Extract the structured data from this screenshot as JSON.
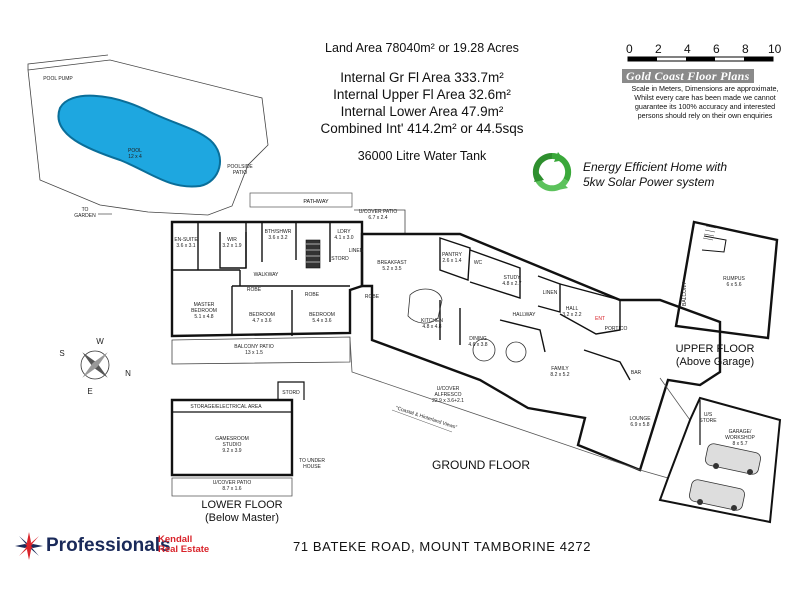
{
  "areas": {
    "land": "Land Area 78040m² or 19.28 Acres",
    "ground": "Internal Gr Fl Area 333.7m²",
    "upper": "Internal Upper Fl Area 32.6m²",
    "lower": "Internal Lower Area 47.9m²",
    "combined": "Combined Int' 414.2m² or 44.5sqs",
    "tank": "36000 Litre Water Tank"
  },
  "energy": {
    "line1": "Energy Efficient Home with",
    "line2": "5kw Solar Power system"
  },
  "scale": {
    "ticks": [
      "0",
      "2",
      "4",
      "6",
      "8",
      "10"
    ]
  },
  "brand": {
    "name": "Gold Coast Floor Plans",
    "disclaimer": [
      "Scale in Meters, Dimensions are approximate,",
      "Whilst every care has been made we cannot",
      "guarantee its 100% accuracy and interested",
      "persons should rely on their own enquiries"
    ]
  },
  "floors": {
    "ground": "GROUND FLOOR",
    "upper_title": "UPPER FLOOR",
    "upper_sub": "(Above Garage)",
    "lower_title": "LOWER FLOOR",
    "lower_sub": "(Below Master)"
  },
  "rooms": {
    "pool_name": "POOL",
    "pool_dim": "12 x 4",
    "pool_pump": "POOL PUMP",
    "poolside": "POOLSIDE",
    "poolside2": "PATIO",
    "to_garden": "TO",
    "to_garden2": "GARDEN",
    "pathway": "PATHWAY",
    "ucover_patio_top": "U/COVER PATIO",
    "ucover_patio_top_dim": "6.7 x 2.4",
    "ensuite": "EN-SUITE",
    "ensuite_dim": "3.6 x 3.1",
    "wir": "WIR",
    "wir_dim": "3.2 x 1.9",
    "bath": "BTH/SHWR",
    "bath_dim": "3.6 x 3.2",
    "ldry": "LDRY",
    "ldry_dim": "4.1 x 3.0",
    "stord": "STORD",
    "linen": "LINEN",
    "walkway": "WALKWAY",
    "robe1": "ROBE",
    "robe2": "ROBE",
    "robe3": "ROBE",
    "master": "MASTER",
    "master2": "BEDROOM",
    "master_dim": "5.1 x 4.8",
    "bed1": "BEDROOM",
    "bed1_dim": "4.7 x 3.6",
    "bed2": "BEDROOM",
    "bed2_dim": "5.4 x 3.6",
    "balcony": "BALCONY PATIO",
    "balcony_dim": "13 x 1.5",
    "breakfast": "BREAKFAST",
    "breakfast_dim": "5.2 x 3.5",
    "pantry": "PANTRY",
    "pantry_dim": "2.6 x 1.4",
    "wc": "WC",
    "study": "STUDY",
    "study_dim": "4.8 x 2.7",
    "linen2": "LINEN",
    "hall": "HALL",
    "hall_dim": "3.2 x 2.2",
    "hallway": "HALLWAY",
    "ent": "ENT",
    "portico": "PORTICO",
    "kitchen": "KITCHEN",
    "kitchen_dim": "4.8 x 4.8",
    "dining": "DINING",
    "dining_dim": "4.6 x 3.8",
    "family": "FAMILY",
    "family_dim": "8.2 x 5.2",
    "bar": "BAR",
    "alfresco": "U/COVER",
    "alfresco2": "ALFRESCO",
    "alfresco_dim": "22.9 x 3.6+2.1",
    "views": "\"Coastal & Hinterland Views\"",
    "lounge": "LOUNGE",
    "lounge_dim": "6.9 x 5.8",
    "garage": "GARAGE/",
    "garage2": "WORKSHOP",
    "garage_dim": "8 x 5.7",
    "up_stair": "U/S",
    "up_stair2": "STORE",
    "rumpus": "RUMPUS",
    "rumpus_dim": "6 x 5.6",
    "balcony_up": "BALCONY",
    "storage": "STORAGE/ELECTRICAL AREA",
    "gamesroom": "GAMESROOM",
    "gamesroom2": "STUDIO",
    "gamesroom_dim": "9.2 x 3.9",
    "to_under": "TO UNDER",
    "to_under2": "HOUSE",
    "lower_patio": "U/COVER PATIO",
    "lower_patio_dim": "8.7 x 1.6",
    "stord2": "STORD"
  },
  "address": "71 BATEKE ROAD, MOUNT TAMBORINE 4272",
  "agency": {
    "name": "Professionals",
    "sub1": "Kendall",
    "sub2": "Real Estate"
  },
  "compass": {
    "n": "N",
    "e": "E",
    "s": "S",
    "w": "W"
  },
  "colors": {
    "pool": "#1ea7e0",
    "recycle": "#3aa83a",
    "agency_red": "#d9232a",
    "agency_navy": "#1a2a5a"
  }
}
